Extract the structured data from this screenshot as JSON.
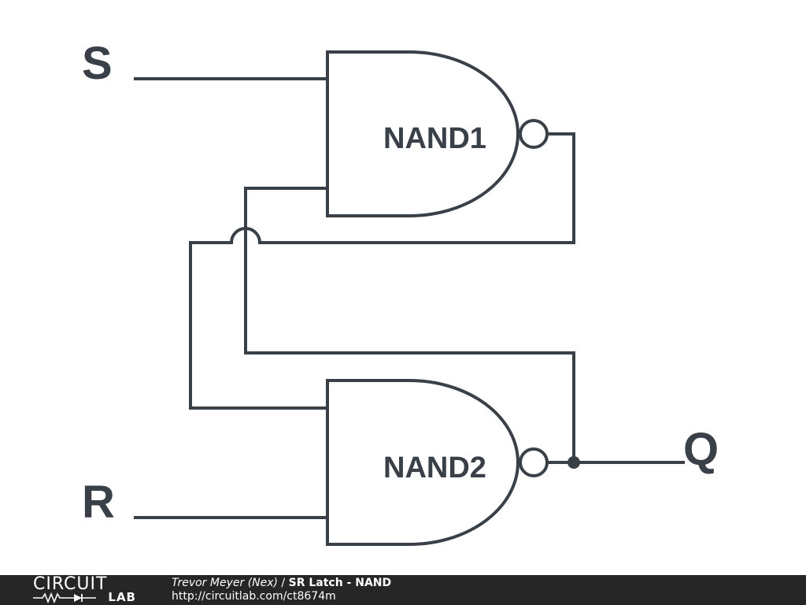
{
  "diagram": {
    "inputs": {
      "set_label": "S",
      "reset_label": "R"
    },
    "output_label": "Q",
    "gates": [
      {
        "label": "NAND1"
      },
      {
        "label": "NAND2"
      }
    ]
  },
  "footer": {
    "logo_top": "CIRCUIT",
    "logo_bottom": "LAB",
    "author": "Trevor Meyer (Nex)",
    "separator": " / ",
    "title": "SR Latch - NAND",
    "url": "http://circuitlab.com/ct8674m"
  },
  "colors": {
    "line": "#3a4047",
    "background": "#ffffff",
    "footer_bar": "#262626",
    "footer_text": "#ffffff"
  }
}
